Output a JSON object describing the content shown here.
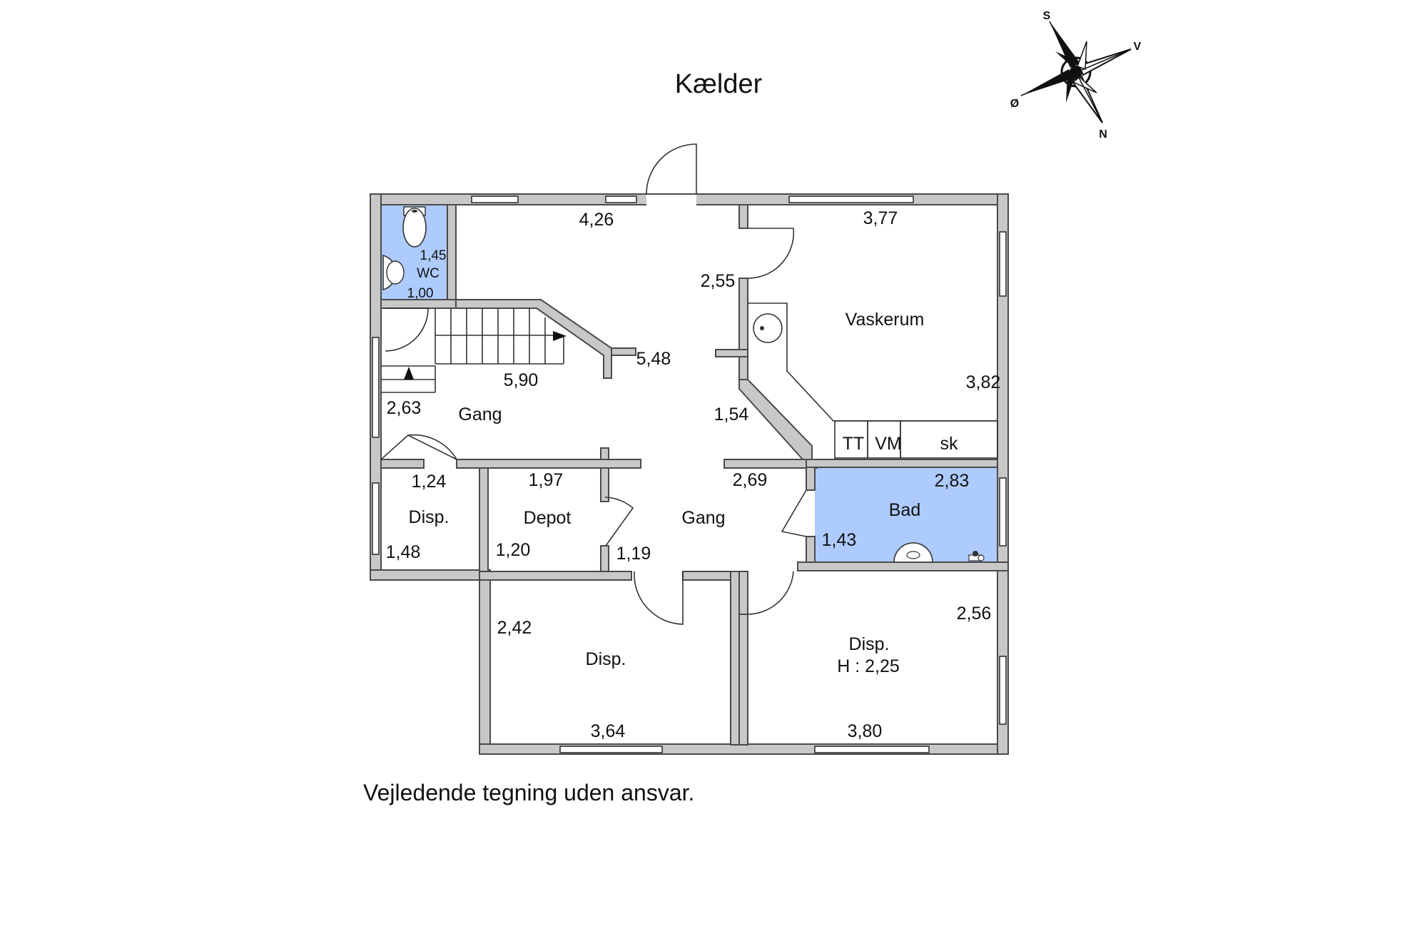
{
  "title": "Kælder",
  "footer": "Vejledende tegning uden ansvar.",
  "compass": {
    "s": "S",
    "v": "V",
    "o": "Ø",
    "n": "N"
  },
  "colors": {
    "wet_room": "#aecbff",
    "wall": "#c8c8c8"
  },
  "rooms": {
    "wc": "WC",
    "gang_top": "Gang",
    "vaskerum": "Vaskerum",
    "disp_small": "Disp.",
    "depot": "Depot",
    "gang_center": "Gang",
    "bad": "Bad",
    "disp_bottom_left": "Disp.",
    "disp_bottom_right": "Disp.",
    "disp_bottom_right_height": "H : 2,25"
  },
  "fixtures": {
    "tt": "TT",
    "vm": "VM",
    "sk": "sk"
  },
  "dimensions": {
    "wc_w": "1,45",
    "wc_d": "1,00",
    "gang_top_w": "4,26",
    "gang_2_55": "2,55",
    "gang_5_48": "5,48",
    "gang_5_90": "5,90",
    "gang_2_63": "2,63",
    "gang_1_54": "1,54",
    "vask_w": "3,77",
    "vask_d": "3,82",
    "disp_small_w": "1,24",
    "disp_small_d": "1,48",
    "depot_w": "1,97",
    "depot_d": "1,20",
    "gang_c_1_19": "1,19",
    "gang_c_2_69": "2,69",
    "bad_w": "2,83",
    "bad_d": "1,43",
    "disp_bl_d": "2,42",
    "disp_bl_w": "3,64",
    "disp_br_d": "2,56",
    "disp_br_w": "3,80"
  }
}
